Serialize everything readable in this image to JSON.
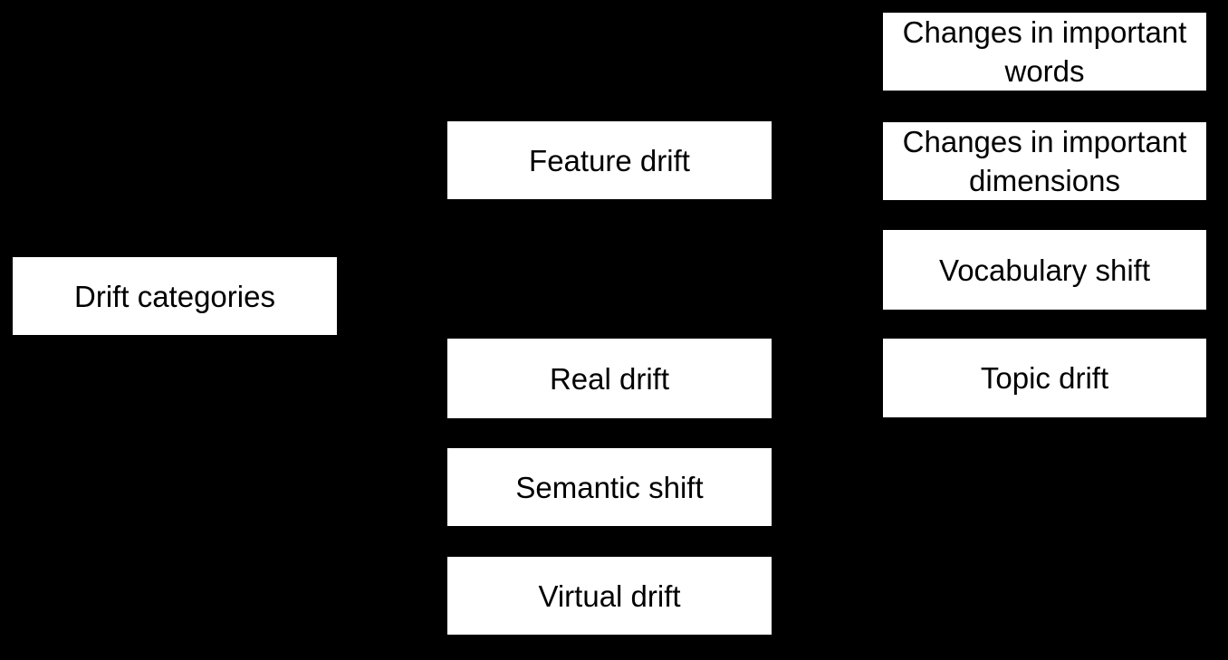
{
  "colors": {
    "background": "#000000",
    "node_fill": "#ffffff",
    "node_text": "#000000"
  },
  "diagram": {
    "root": {
      "label": "Drift categories"
    },
    "categories": [
      {
        "label": "Feature drift"
      },
      {
        "label": "Real drift"
      },
      {
        "label": "Semantic shift"
      },
      {
        "label": "Virtual drift"
      }
    ],
    "feature_drift_subtypes": [
      {
        "label": "Changes in important words"
      },
      {
        "label": "Changes in important dimensions"
      },
      {
        "label": "Vocabulary shift"
      },
      {
        "label": "Topic drift"
      }
    ]
  }
}
